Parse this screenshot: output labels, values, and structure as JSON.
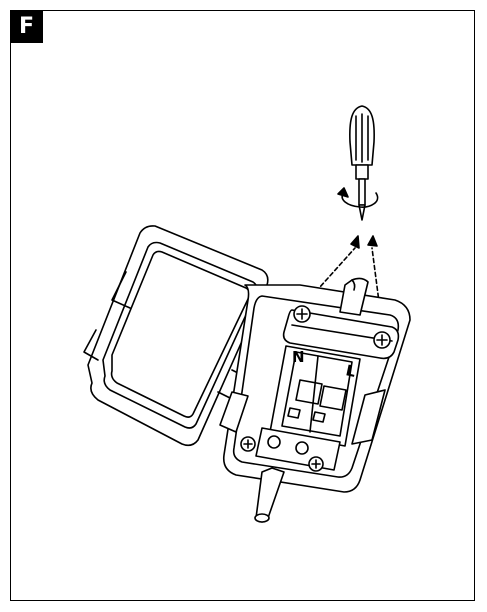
{
  "figure": {
    "step_letter": "F",
    "terminal_labels": {
      "neutral": "N",
      "live": "L"
    },
    "colors": {
      "ink": "#000000",
      "paper": "#ffffff",
      "badge": "#000000"
    },
    "icons": [
      "screwdriver-icon",
      "rotation-arrow-icon",
      "screw-icon"
    ]
  }
}
